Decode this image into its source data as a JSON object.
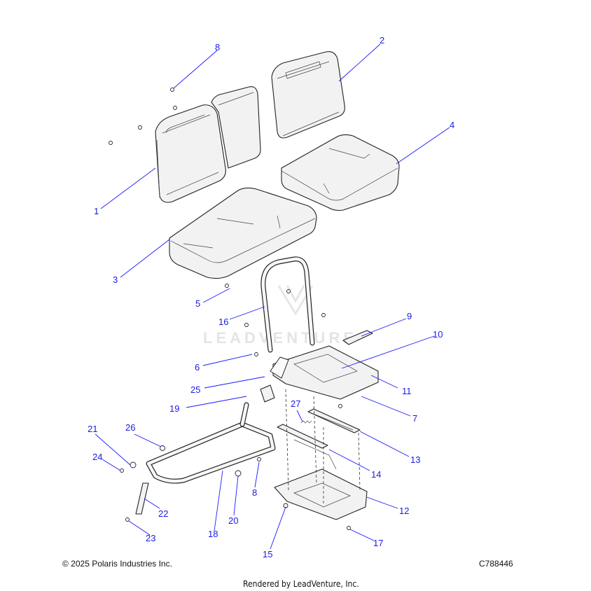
{
  "diagram": {
    "callouts": [
      {
        "label": "1"
      },
      {
        "label": "2"
      },
      {
        "label": "3"
      },
      {
        "label": "4"
      },
      {
        "label": "5"
      },
      {
        "label": "16"
      },
      {
        "label": "9"
      },
      {
        "label": "10"
      },
      {
        "label": "6"
      },
      {
        "label": "11"
      },
      {
        "label": "25"
      },
      {
        "label": "7"
      },
      {
        "label": "19"
      },
      {
        "label": "27"
      },
      {
        "label": "21"
      },
      {
        "label": "26"
      },
      {
        "label": "13"
      },
      {
        "label": "24"
      },
      {
        "label": "14"
      },
      {
        "label": "8"
      },
      {
        "label": "12"
      },
      {
        "label": "22"
      },
      {
        "label": "20"
      },
      {
        "label": "18"
      },
      {
        "label": "23"
      },
      {
        "label": "17"
      },
      {
        "label": "15"
      },
      {
        "label": "8"
      }
    ],
    "watermark": "LEADVENTURE"
  },
  "footer": {
    "copyright": "© 2025 Polaris Industries Inc.",
    "drawing_id": "C788446",
    "rendered_by": "Rendered by LeadVenture, Inc."
  }
}
